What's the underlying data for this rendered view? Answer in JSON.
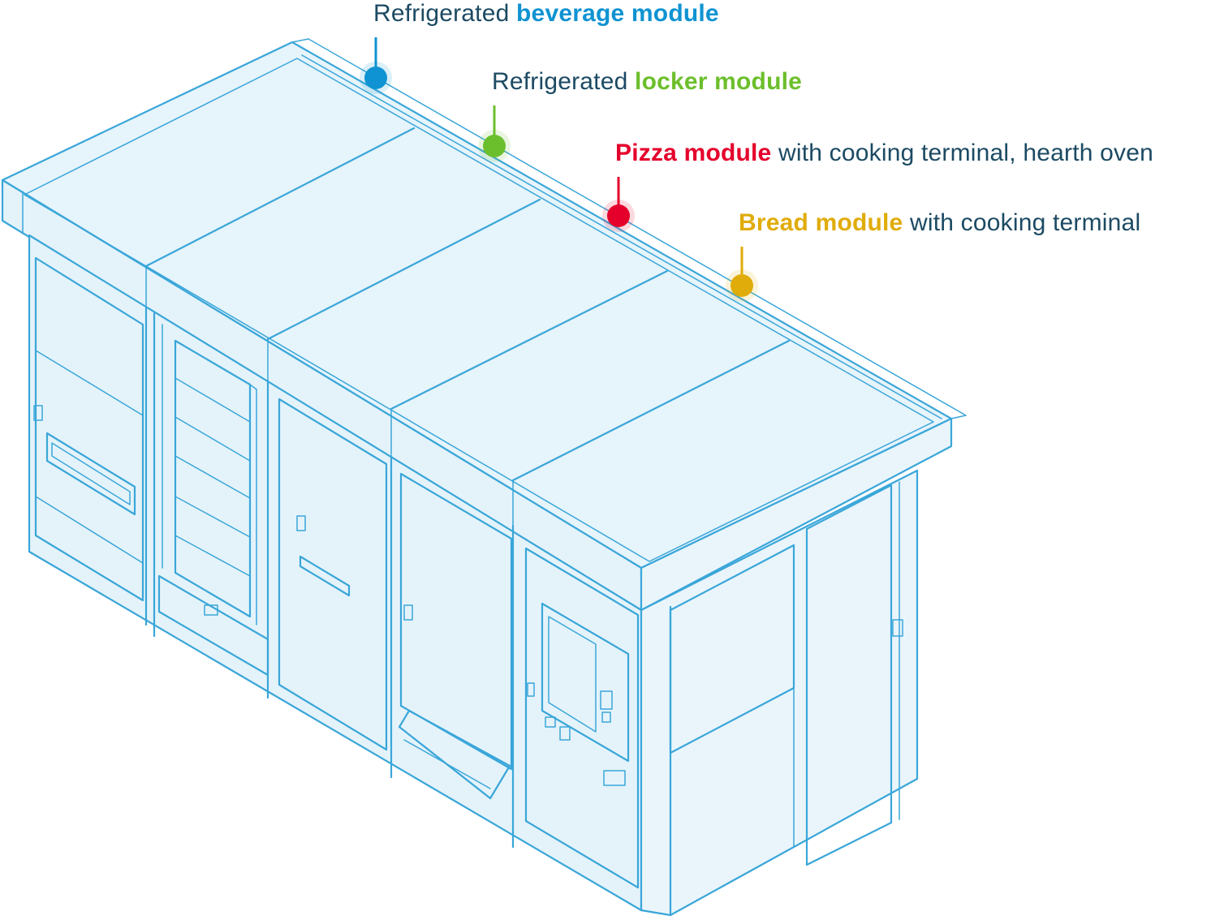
{
  "callouts": [
    {
      "id": "beverage",
      "prefix": "Refrigerated ",
      "highlight": "beverage module",
      "suffix": "",
      "color": "#0f93d2"
    },
    {
      "id": "locker",
      "prefix": "Refrigerated ",
      "highlight": "locker module",
      "suffix": "",
      "color": "#6cbf2c"
    },
    {
      "id": "pizza",
      "prefix": "",
      "highlight": "Pizza module",
      "suffix": " with cooking terminal, hearth oven",
      "color": "#e4002b"
    },
    {
      "id": "bread",
      "prefix": "",
      "highlight": "Bread module",
      "suffix": " with cooking terminal",
      "color": "#e0ac0a"
    }
  ],
  "colors": {
    "line": "#3aa6d9",
    "fill": "#e6f4fb",
    "text": "#1c4a63"
  }
}
